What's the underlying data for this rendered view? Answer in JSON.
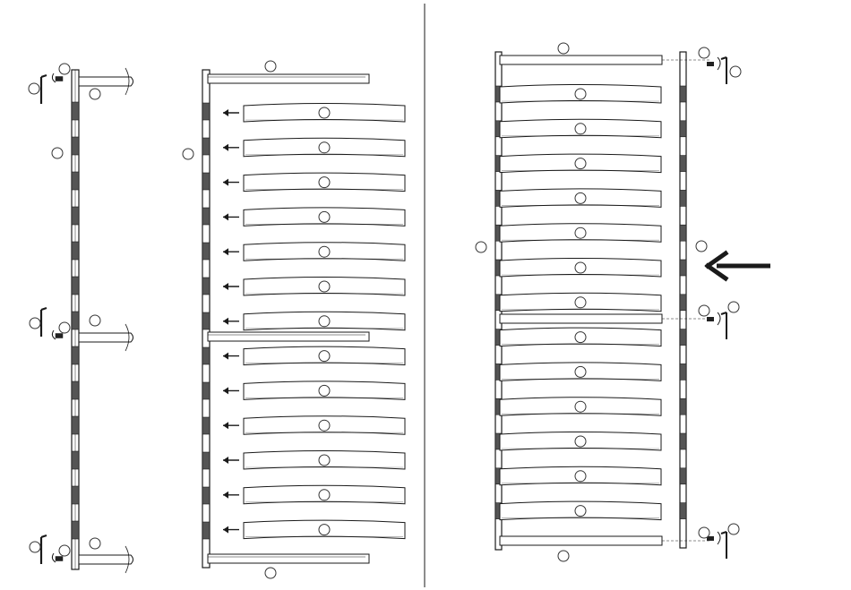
{
  "diagram": {
    "kind": "assembly-instructions",
    "text_labels": [],
    "colors": {
      "line": "#1a1a1a",
      "slot_fill": "#555555",
      "slat_fill": "#ffffff",
      "callout_stroke": "#333333",
      "background": "#ffffff"
    },
    "panels": [
      {
        "id": "step-1",
        "description_icons": [
          "side-rail",
          "rail-stub",
          "screw-icon",
          "hex-key-icon",
          "callout-circle"
        ]
      },
      {
        "id": "step-2",
        "slat_count": 13,
        "insert_arrows": 13
      },
      {
        "id": "step-3",
        "slat_count": 13,
        "push_arrow": "left"
      }
    ]
  }
}
